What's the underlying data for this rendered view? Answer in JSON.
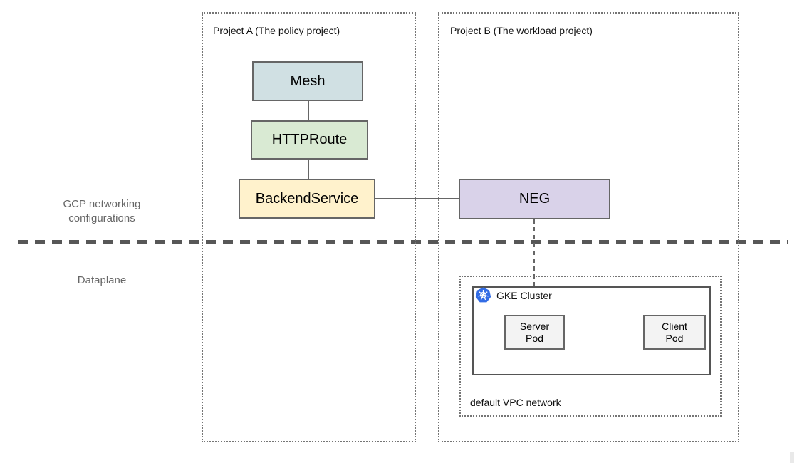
{
  "diagram": {
    "layer_labels": {
      "top": "GCP networking configurations",
      "bottom": "Dataplane"
    },
    "regions": {
      "project_a": "Project A (The policy project)",
      "project_b": "Project B (The workload project)",
      "gke_cluster": "GKE Cluster",
      "vpc": "default VPC network"
    },
    "nodes": {
      "mesh": {
        "label": "Mesh",
        "fill": "#d0e0e3"
      },
      "httproute": {
        "label": "HTTPRoute",
        "fill": "#d9ead3"
      },
      "backend_service": {
        "label": "BackendService",
        "fill": "#fff2cc"
      },
      "neg": {
        "label": "NEG",
        "fill": "#d9d2e9"
      },
      "server_pod": {
        "line1": "Server",
        "line2": "Pod",
        "fill": "#f3f3f3"
      },
      "client_pod": {
        "line1": "Client",
        "line2": "Pod",
        "fill": "#f3f3f3"
      }
    },
    "edges": [
      {
        "from": "Mesh",
        "to": "HTTPRoute",
        "style": "solid"
      },
      {
        "from": "HTTPRoute",
        "to": "BackendService",
        "style": "solid"
      },
      {
        "from": "BackendService",
        "to": "NEG",
        "style": "solid"
      },
      {
        "from": "NEG",
        "to": "Server Pod",
        "style": "dashed"
      }
    ],
    "icons": {
      "kubernetes": "kubernetes-helm-icon"
    },
    "colors": {
      "node_border": "#666666",
      "connector": "#666666",
      "divider": "#575757",
      "label_gray": "#666666",
      "kubernetes_blue": "#326ce5"
    }
  }
}
